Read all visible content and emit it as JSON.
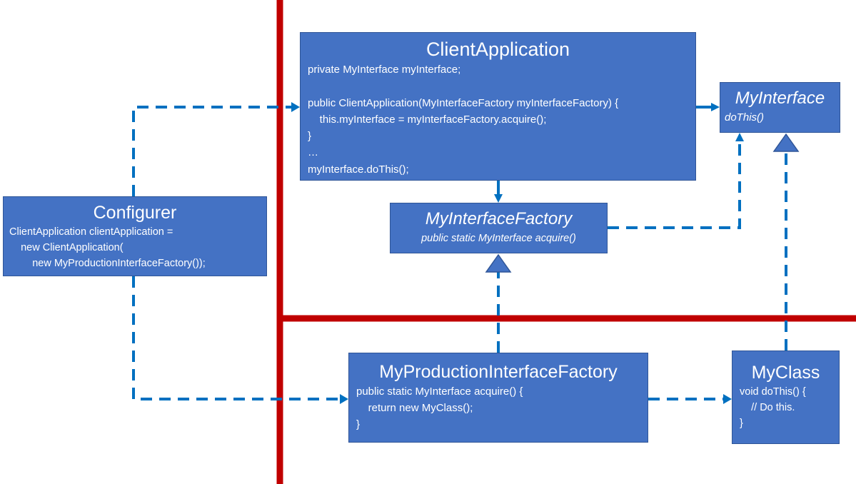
{
  "colors": {
    "box_fill": "#4472c4",
    "box_border": "#2f5597",
    "box_text": "#ffffff",
    "connector": "#0070c0",
    "boundary": "#c00000"
  },
  "client_application": {
    "title": "ClientApplication",
    "lines": [
      "private MyInterface myInterface;",
      "",
      "public ClientApplication(MyInterfaceFactory myInterfaceFactory) {",
      "    this.myInterface = myInterfaceFactory.acquire();",
      "}",
      "…",
      "myInterface.doThis();"
    ]
  },
  "my_interface": {
    "title": "MyInterface",
    "method": "doThis()"
  },
  "my_interface_factory": {
    "title": "MyInterfaceFactory",
    "method": "public static MyInterface acquire()"
  },
  "configurer": {
    "title": "Configurer",
    "lines": [
      "ClientApplication clientApplication =",
      "    new ClientApplication(",
      "        new MyProductionInterfaceFactory());"
    ]
  },
  "my_production_interface_factory": {
    "title": "MyProductionInterfaceFactory",
    "lines": [
      "public static MyInterface acquire() {",
      "    return new MyClass();",
      "}"
    ]
  },
  "my_class": {
    "title": "MyClass",
    "lines": [
      "void doThis() {",
      "    // Do this.",
      "}"
    ]
  }
}
